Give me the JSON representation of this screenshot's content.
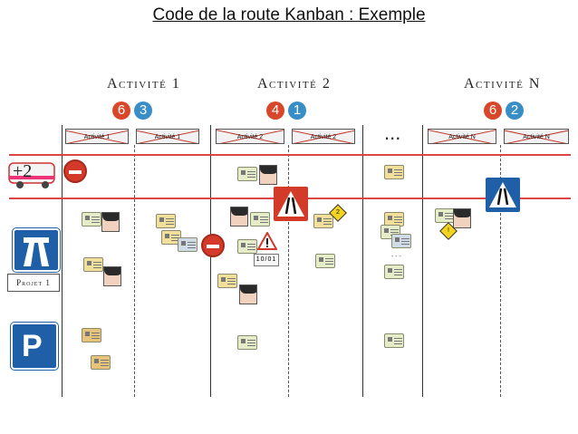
{
  "title": "Code de la route Kanban : Exemple",
  "columns": [
    {
      "heading": "Activité 1",
      "wip_limit": "6",
      "wip_current": "3",
      "sub_left": "Activité 1",
      "sub_right": "Activité 1"
    },
    {
      "heading": "Activité 2",
      "wip_limit": "4",
      "wip_current": "1",
      "sub_left": "Activité 2",
      "sub_right": "Activité 2"
    },
    {
      "heading": "Activité N",
      "wip_limit": "6",
      "wip_current": "2",
      "sub_left": "Activité N",
      "sub_right": "Activité N"
    }
  ],
  "ellipsis": "...",
  "ellipsis_small": "- - -",
  "lanes": {
    "expedite_badge": "+2",
    "project_label": "Projet 1"
  },
  "annotations": {
    "date_tag": "10/01",
    "priority_badge": "2",
    "warning_mark": "!"
  },
  "colors": {
    "wip_red": "#d9472b",
    "wip_blue": "#3a8ec7",
    "lane_line": "#d44444",
    "stop_sign": "#d43a2a",
    "road_sign_blue": "#1f5fa8"
  },
  "icons": [
    "ambulance-icon",
    "no-entry-icon",
    "motorway-icon",
    "parking-icon",
    "road-narrows-icon",
    "warning-icon",
    "card-icon",
    "avatar-icon"
  ]
}
